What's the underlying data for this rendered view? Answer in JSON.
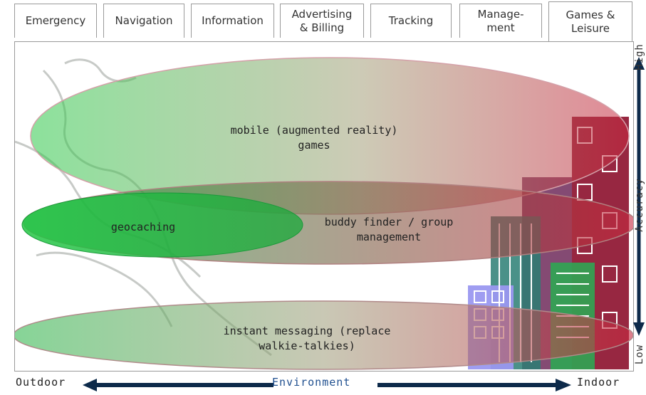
{
  "tabs": [
    {
      "label": "Emergency"
    },
    {
      "label": "Navigation"
    },
    {
      "label": "Information"
    },
    {
      "label": "Advertising\n& Billing"
    },
    {
      "label": "Tracking"
    },
    {
      "label": "Manage-\nment"
    },
    {
      "label": "Games &\nLeisure"
    }
  ],
  "active_tab": "Games & Leisure",
  "diagram": {
    "ellipse_labels": {
      "mobile_ar": "mobile (augmented reality)\ngames",
      "geocaching": "geocaching",
      "buddy_finder": "buddy finder / group\nmanagement",
      "instant_messaging": "instant messaging (replace\nwalkie-talkies)"
    },
    "x_axis": {
      "left": "Outdoor",
      "center": "Environment",
      "right": "Indoor"
    },
    "y_axis": {
      "high": "High",
      "center": "Accuracy",
      "low": "Low"
    }
  },
  "colors": {
    "outdoor_green": "#2ec94a",
    "indoor_red": "#c8283f",
    "axis_arrow": "#0d2a4a",
    "environment_text": "#1f4f8f",
    "building_maroon": "#8c0f2c",
    "building_purple": "#6e2a5a",
    "building_lavender": "#9a98f0",
    "building_teal": "#2a7e73",
    "building_green": "#2fa653"
  }
}
